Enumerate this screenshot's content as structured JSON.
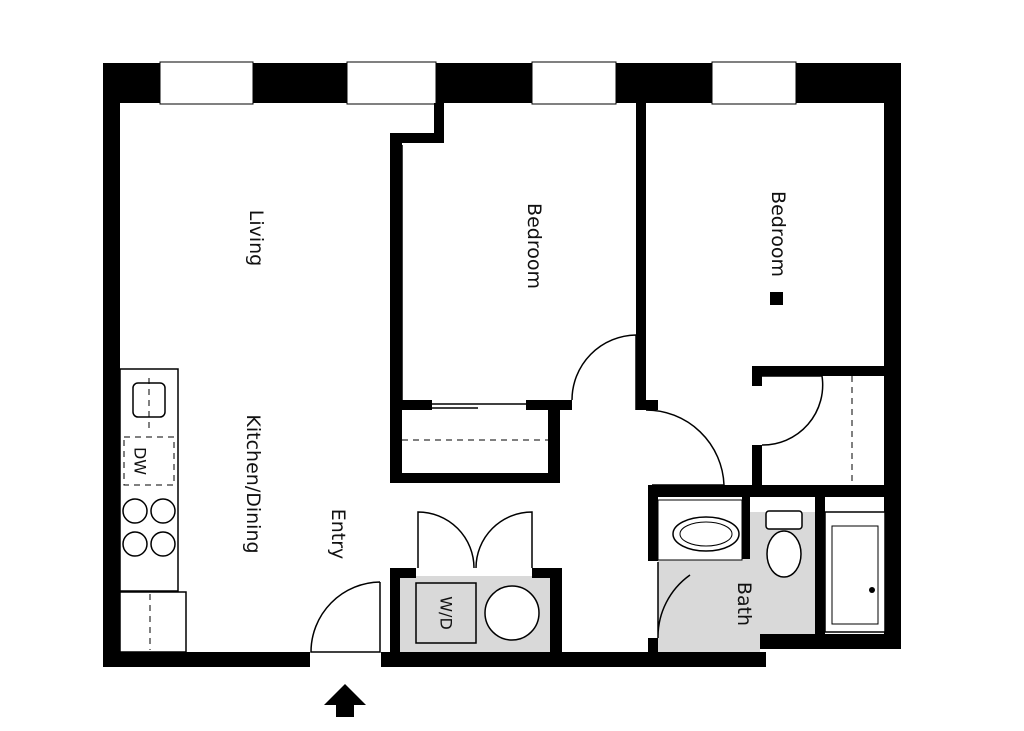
{
  "rooms": {
    "living": "Living",
    "bedroom_left": "Bedroom",
    "bedroom_right": "Bedroom",
    "kitchen_dining": "Kitchen/Dining",
    "entry": "Entry",
    "bath": "Bath"
  },
  "appliances": {
    "dishwasher": "DW",
    "washer_dryer": "W/D"
  },
  "colors": {
    "wall": "#000000",
    "wet_area": "#d9d9d9",
    "background": "#ffffff"
  },
  "icons": {
    "entry_marker": "up-arrow-icon"
  }
}
